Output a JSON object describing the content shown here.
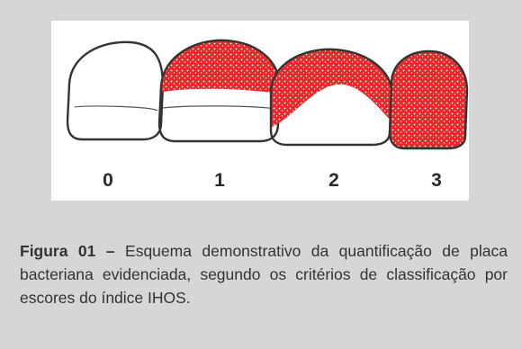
{
  "figure": {
    "scores": [
      {
        "label": "0",
        "plaque": "none"
      },
      {
        "label": "1",
        "plaque": "incisal third"
      },
      {
        "label": "2",
        "plaque": "two thirds"
      },
      {
        "label": "3",
        "plaque": "full crown"
      }
    ],
    "plaque_color": "#e8282a",
    "outline_color": "#333333"
  },
  "caption": {
    "label": "Figura 01 –",
    "text": " Esquema demonstrativo da quantificação de placa bacteriana evidenciada, segundo os critérios de classificação por escores do índice IHOS."
  }
}
